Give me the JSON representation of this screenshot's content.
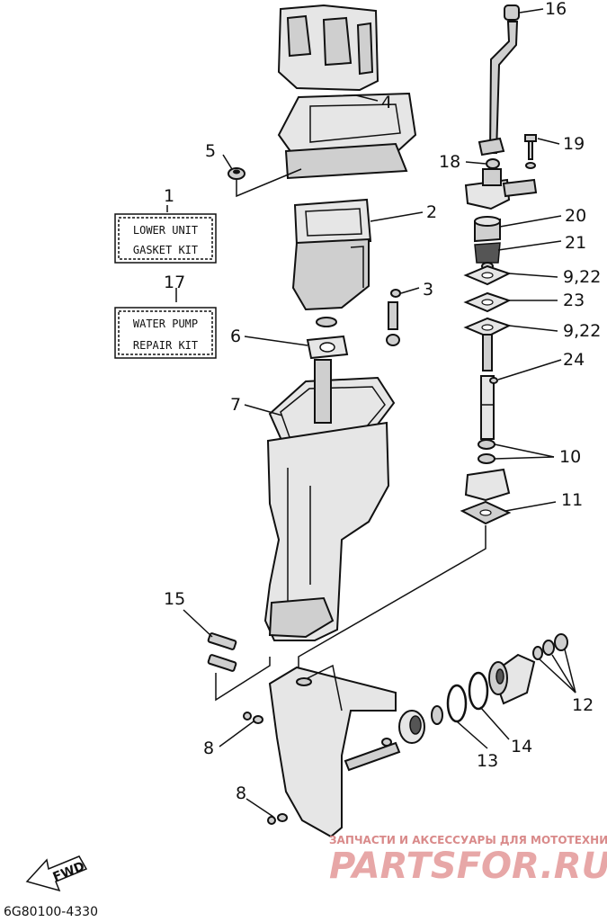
{
  "callouts": [
    {
      "id": "c1",
      "text": "1"
    },
    {
      "id": "c2",
      "text": "2"
    },
    {
      "id": "c3",
      "text": "3"
    },
    {
      "id": "c4",
      "text": "4"
    },
    {
      "id": "c5",
      "text": "5"
    },
    {
      "id": "c6",
      "text": "6"
    },
    {
      "id": "c7",
      "text": "7"
    },
    {
      "id": "c8a",
      "text": "8"
    },
    {
      "id": "c8b",
      "text": "8"
    },
    {
      "id": "c922a",
      "text": "9,22"
    },
    {
      "id": "c922b",
      "text": "9,22"
    },
    {
      "id": "c10",
      "text": "10"
    },
    {
      "id": "c11",
      "text": "11"
    },
    {
      "id": "c12",
      "text": "12"
    },
    {
      "id": "c13",
      "text": "13"
    },
    {
      "id": "c14",
      "text": "14"
    },
    {
      "id": "c15",
      "text": "15"
    },
    {
      "id": "c16",
      "text": "16"
    },
    {
      "id": "c17",
      "text": "17"
    },
    {
      "id": "c18",
      "text": "18"
    },
    {
      "id": "c19",
      "text": "19"
    },
    {
      "id": "c20",
      "text": "20"
    },
    {
      "id": "c21",
      "text": "21"
    },
    {
      "id": "c23",
      "text": "23"
    },
    {
      "id": "c24",
      "text": "24"
    }
  ],
  "kits": {
    "lower_unit": [
      "LOWER UNIT",
      "GASKET KIT"
    ],
    "water_pump": [
      "WATER PUMP",
      "REPAIR KIT"
    ]
  },
  "fwd_label": "FWD",
  "drawing_code": "6G80100-4330",
  "watermark": {
    "tagline": "ЗАПЧАСТИ И АКСЕССУАРЫ ДЛЯ МОТОТЕХНИКИ",
    "brand": "PARTSFOR.RU"
  },
  "colors": {
    "ink": "#111111",
    "watermark": "#e7a7a7"
  }
}
